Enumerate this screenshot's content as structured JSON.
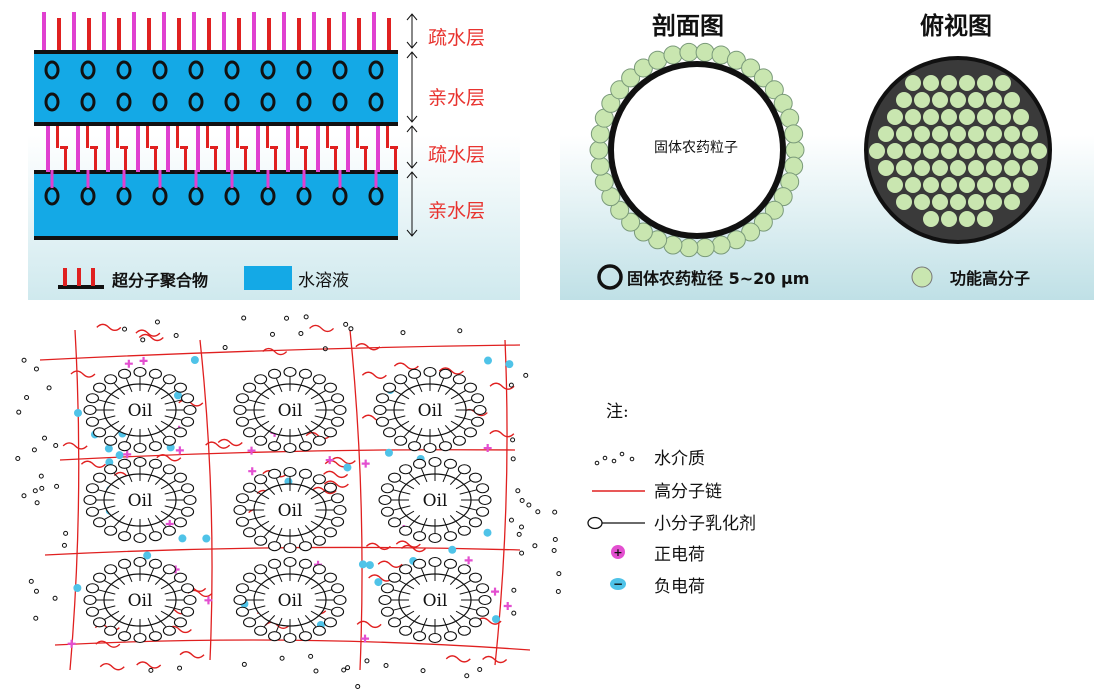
{
  "panel_a": {
    "labels": [
      "疏水层",
      "亲水层",
      "疏水层",
      "亲水层"
    ],
    "legend_polymer": "超分子聚合物",
    "legend_water": "水溶液",
    "colors": {
      "water": "#14a9e6",
      "chain_red": "#e02020",
      "chain_magenta": "#e040d0"
    }
  },
  "panel_b": {
    "title_left": "剖面图",
    "title_right": "俯视图",
    "particle_label": "固体农药粒子",
    "legend_particle": "固体农药粒径 5~20 μm",
    "legend_polymer": "功能高分子",
    "colors": {
      "polymer": "#c9e6b0",
      "core_dark": "#3a3a3a"
    }
  },
  "panel_c": {
    "oil_label": "Oil",
    "note_title": "注:",
    "legend": [
      "水介质",
      "高分子链",
      "小分子乳化剂",
      "正电荷",
      "负电荷"
    ],
    "plus_sign": "+",
    "minus_sign": "−",
    "colors": {
      "chain": "#e02020",
      "positive": "#e34fd0",
      "negative": "#4fc3e8"
    }
  }
}
